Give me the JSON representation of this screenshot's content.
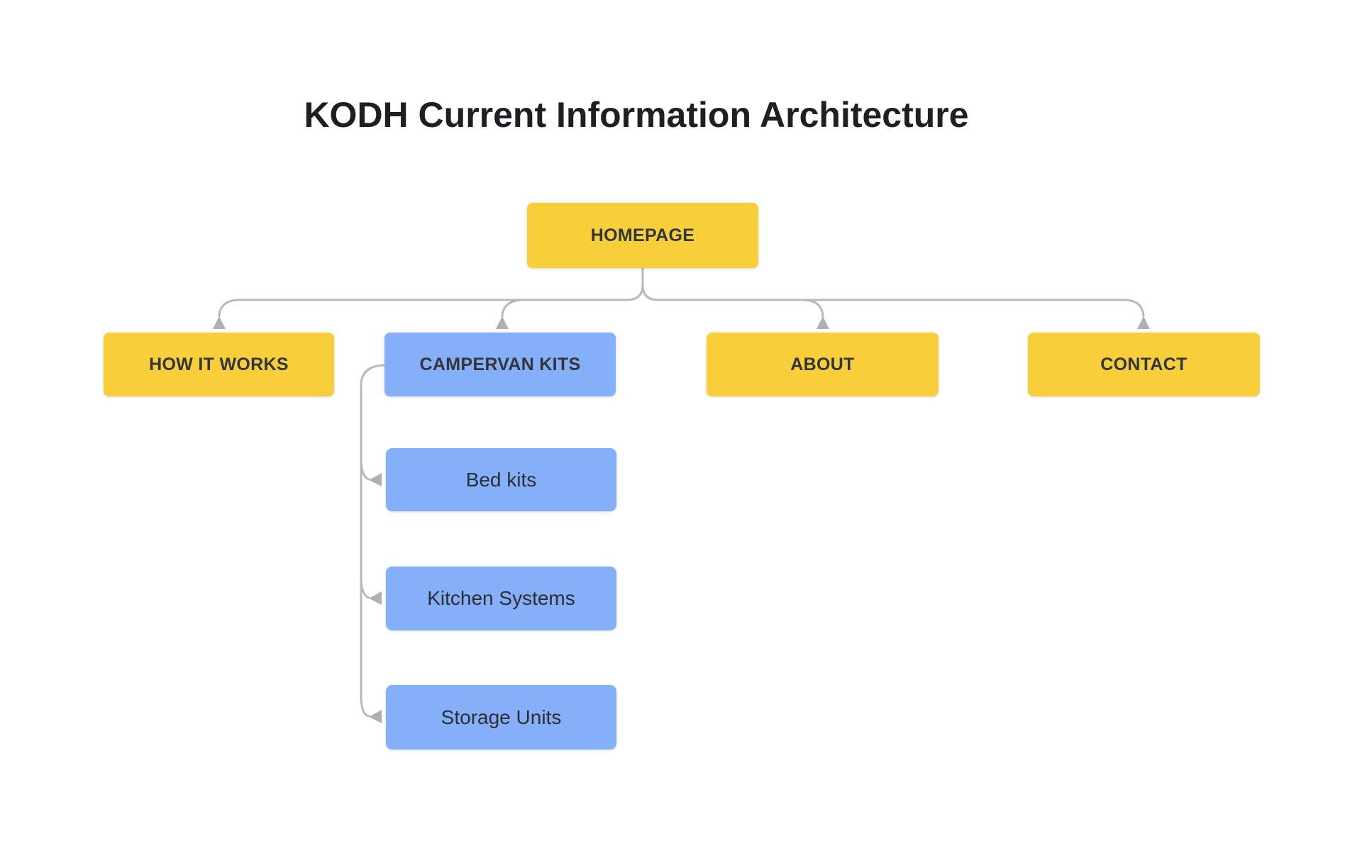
{
  "title": "KODH Current Information Architecture",
  "colors": {
    "background": "#ffffff",
    "node_yellow": "#f8ce3b",
    "node_blue": "#85aff8",
    "node_text_dark": "#32363b",
    "child_text": "#2b2e32",
    "title_text": "#1e1f22",
    "connector": "#b9b9bc",
    "arrowhead": "#b0b0b3"
  },
  "nodes": {
    "homepage": {
      "label": "HOMEPAGE",
      "level": "top",
      "color": "#f8ce3b"
    },
    "how_it_works": {
      "label": "HOW IT WORKS",
      "level": "top",
      "color": "#f8ce3b"
    },
    "campervan_kits": {
      "label": "CAMPERVAN KITS",
      "level": "top",
      "color": "#85aff8"
    },
    "about": {
      "label": "ABOUT",
      "level": "top",
      "color": "#f8ce3b"
    },
    "contact": {
      "label": "CONTACT",
      "level": "top",
      "color": "#f8ce3b"
    },
    "bed_kits": {
      "label": "Bed kits",
      "level": "child",
      "color": "#85aff8"
    },
    "kitchen_systems": {
      "label": "Kitchen Systems",
      "level": "child",
      "color": "#85aff8"
    },
    "storage_units": {
      "label": "Storage Units",
      "level": "child",
      "color": "#85aff8"
    }
  },
  "edges": [
    {
      "from": "homepage",
      "to": "how_it_works"
    },
    {
      "from": "homepage",
      "to": "campervan_kits"
    },
    {
      "from": "homepage",
      "to": "about"
    },
    {
      "from": "homepage",
      "to": "contact"
    },
    {
      "from": "campervan_kits",
      "to": "bed_kits"
    },
    {
      "from": "campervan_kits",
      "to": "kitchen_systems"
    },
    {
      "from": "campervan_kits",
      "to": "storage_units"
    }
  ]
}
